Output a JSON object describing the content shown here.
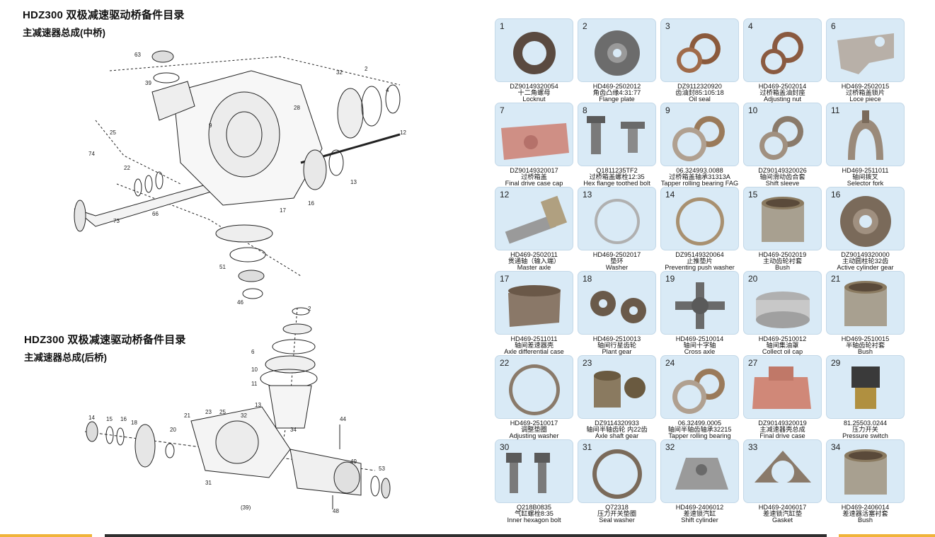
{
  "section1": {
    "title": "HDZ300 双极减速驱动桥备件目录",
    "subtitle": "主减速器总成(中桥)"
  },
  "section2": {
    "title": "HDZ300 双极减速驱动桥备件目录",
    "subtitle": "主减速器总成(后桥)"
  },
  "parts": [
    {
      "no": "1",
      "code": "DZ90149320054",
      "cn": "十二角螺母",
      "en": "Locknut",
      "icon": "locknut-icon"
    },
    {
      "no": "2",
      "code": "HD469-2502012",
      "cn": "角齿凸缘4:31:77",
      "en": "Flange plate",
      "icon": "flange-plate-icon"
    },
    {
      "no": "3",
      "code": "DZ9112320920",
      "cn": "齿油封85:105:18",
      "en": "Oil seal",
      "icon": "oil-seal-icon"
    },
    {
      "no": "4",
      "code": "HD469-2502014",
      "cn": "过桥箱盖油封座",
      "en": "Adjusting nut",
      "icon": "adjusting-nut-icon"
    },
    {
      "no": "6",
      "code": "HD469-2502015",
      "cn": "过桥箱盖锁片",
      "en": "Loce piece",
      "icon": "lock-piece-icon"
    },
    {
      "no": "7",
      "code": "DZ90149320017",
      "cn": "过桥箱盖",
      "en": "Final drive case cap",
      "icon": "case-cap-icon"
    },
    {
      "no": "8",
      "code": "Q1811235TF2",
      "cn": "过桥箱盖螺栓12:35",
      "en": "Hex flange toothed bolt",
      "icon": "bolt-icon"
    },
    {
      "no": "9",
      "code": "06.324993.0088",
      "cn": "过桥箱盖轴承31313A",
      "en": "Tapper rolling bearing FAG",
      "icon": "bearing-icon"
    },
    {
      "no": "10",
      "code": "DZ90149320026",
      "cn": "轴间滑动齿合套",
      "en": "Shift sleeve",
      "icon": "shift-sleeve-icon"
    },
    {
      "no": "11",
      "code": "HD469-2511011",
      "cn": "轴间拨叉",
      "en": "Selector fork",
      "icon": "selector-fork-icon"
    },
    {
      "no": "12",
      "code": "HD469-2502011",
      "cn": "贯通轴（输入端）",
      "en": "Master axle",
      "icon": "master-axle-icon"
    },
    {
      "no": "13",
      "code": "HD469-2502017",
      "cn": "垫环",
      "en": "Washer",
      "icon": "washer-icon"
    },
    {
      "no": "14",
      "code": "DZ95149320064",
      "cn": "止推垫片",
      "en": "Preventing push washer",
      "icon": "push-washer-icon"
    },
    {
      "no": "15",
      "code": "HD469-2502019",
      "cn": "主动齿轮衬套",
      "en": "Bush",
      "icon": "bush-icon"
    },
    {
      "no": "16",
      "code": "DZ90149320000",
      "cn": "主动圆柱轮32齿",
      "en": "Active cylinder gear",
      "icon": "cylinder-gear-icon"
    },
    {
      "no": "17",
      "code": "HD469-2511011",
      "cn": "轴间差速器壳",
      "en": "Axle differential case",
      "icon": "differential-case-icon"
    },
    {
      "no": "18",
      "code": "HD469-2510013",
      "cn": "轴间行星齿轮",
      "en": "Plant gear",
      "icon": "planet-gear-icon"
    },
    {
      "no": "19",
      "code": "HD469-2510014",
      "cn": "轴间十字轴",
      "en": "Cross axle",
      "icon": "cross-axle-icon"
    },
    {
      "no": "20",
      "code": "HD469-2510012",
      "cn": "轴间集油罩",
      "en": "Collect oil cap",
      "icon": "oil-cap-icon"
    },
    {
      "no": "21",
      "code": "HD469-2510015",
      "cn": "半轴齿轮衬套",
      "en": "Bush",
      "icon": "bush-icon"
    },
    {
      "no": "22",
      "code": "HD469-2510017",
      "cn": "调整垫圈",
      "en": "Adjusting washer",
      "icon": "adjusting-washer-icon"
    },
    {
      "no": "23",
      "code": "DZ9114320933",
      "cn": "轴间半轴齿轮 内22齿",
      "en": "Axle shaft gear",
      "icon": "axle-shaft-gear-icon"
    },
    {
      "no": "24",
      "code": "06.32499.0005",
      "cn": "轴间半轴齿轴承32215",
      "en": "Tapper rolling bearing",
      "icon": "bearing-icon"
    },
    {
      "no": "27",
      "code": "DZ90149320019",
      "cn": "主减速器壳总成",
      "en": "Final drive case",
      "icon": "drive-case-icon"
    },
    {
      "no": "29",
      "code": "81.25503.0244",
      "cn": "压力开关",
      "en": "Pressure switch",
      "icon": "pressure-switch-icon"
    },
    {
      "no": "30",
      "code": "Q218B0835",
      "cn": "气缸螺栓8:35",
      "en": "Inner hexagon bolt",
      "icon": "hexagon-bolt-icon"
    },
    {
      "no": "31",
      "code": "Q72318",
      "cn": "压力开关垫圈",
      "en": "Seal washer",
      "icon": "seal-washer-icon"
    },
    {
      "no": "32",
      "code": "HD469-2406012",
      "cn": "差速锁汽缸",
      "en": "Shift cylinder",
      "icon": "shift-cylinder-icon"
    },
    {
      "no": "33",
      "code": "HD469-2406017",
      "cn": "差速锁汽缸垫",
      "en": "Gasket",
      "icon": "gasket-icon"
    },
    {
      "no": "34",
      "code": "HD469-2406014",
      "cn": "差速器活塞衬套",
      "en": "Bush",
      "icon": "bush-icon"
    }
  ]
}
